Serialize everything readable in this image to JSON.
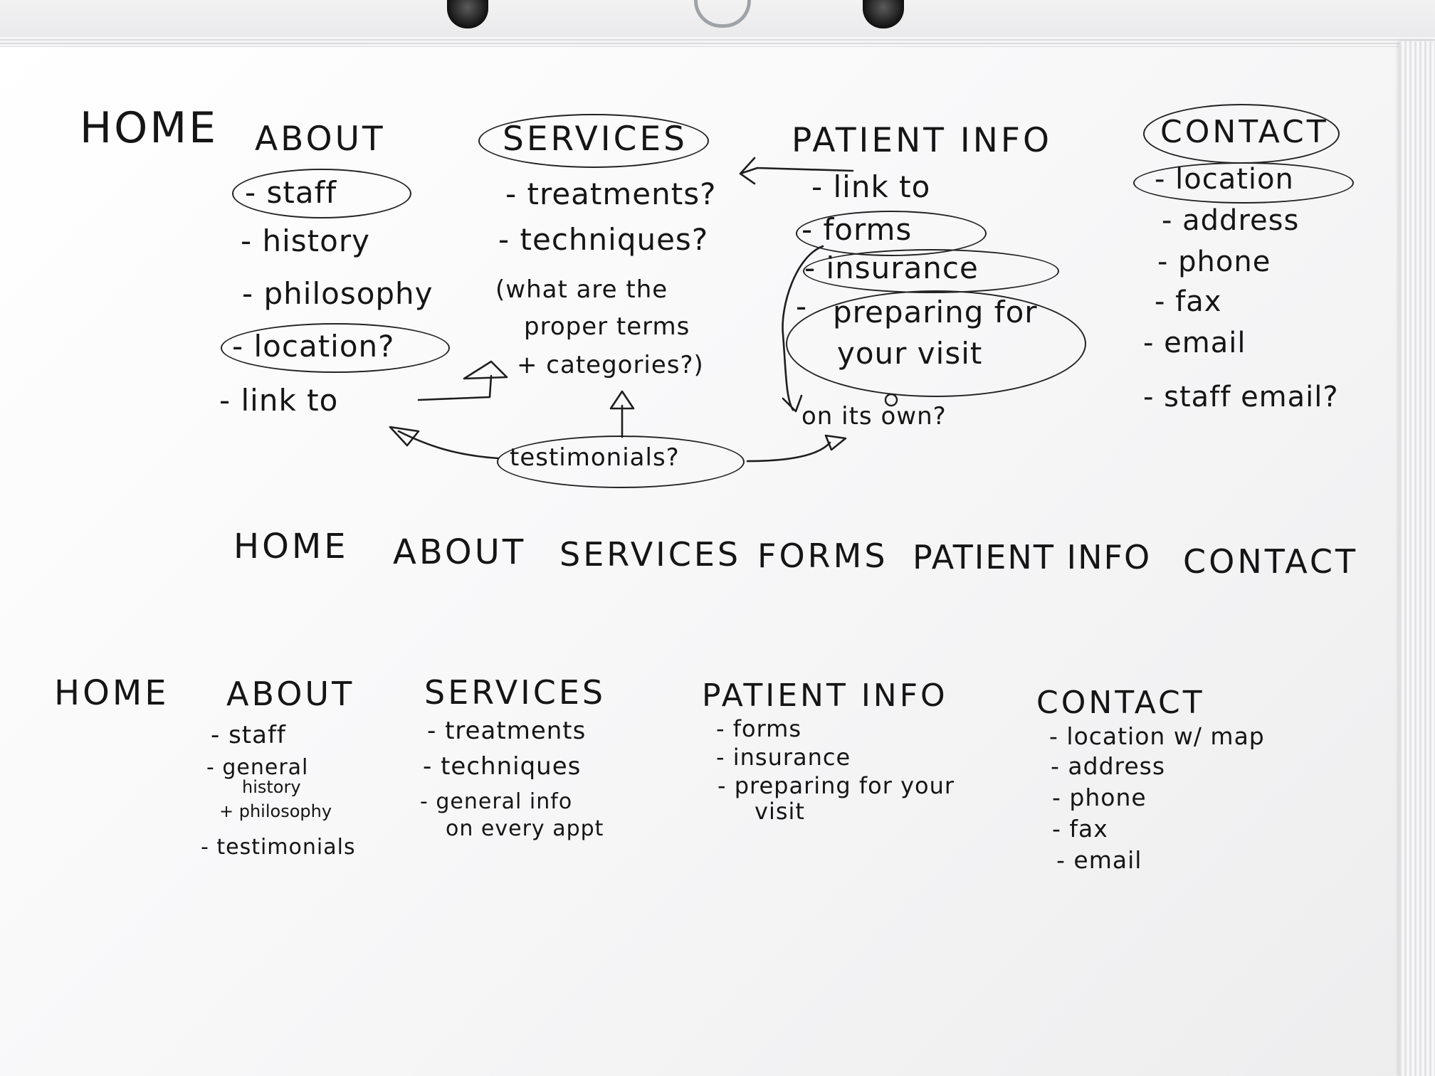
{
  "sketch1": {
    "home": "HOME",
    "about": {
      "heading": "ABOUT",
      "items": [
        "- staff",
        "- history",
        "- philosophy",
        "- location?",
        "- link to"
      ]
    },
    "services": {
      "heading": "SERVICES",
      "items": [
        "- treatments?",
        "- techniques?"
      ],
      "note": [
        "(what are the",
        "proper terms",
        "+ categories?)"
      ],
      "testimonials": "testimonials?"
    },
    "patient_info": {
      "heading": "PATIENT INFO",
      "items": [
        "- link to",
        "- forms",
        "- insurance",
        "-"
      ],
      "preparing": [
        "preparing for",
        "your visit"
      ],
      "on_its_own": "on its own?"
    },
    "contact": {
      "heading": "CONTACT",
      "items": [
        "- location",
        "- address",
        "- phone",
        "- fax",
        "- email",
        "- staff email?"
      ]
    }
  },
  "sketch2": {
    "nav": [
      "HOME",
      "ABOUT",
      "SERVICES",
      "FORMS",
      "PATIENT INFO",
      "CONTACT"
    ]
  },
  "sketch3": {
    "home": "HOME",
    "about": {
      "heading": "ABOUT",
      "items": [
        "- staff",
        "- general",
        "history",
        "+ philosophy",
        "- testimonials"
      ]
    },
    "services": {
      "heading": "SERVICES",
      "items": [
        "- treatments",
        "- techniques",
        "- general info",
        "on every appt"
      ]
    },
    "patient_info": {
      "heading": "PATIENT INFO",
      "items": [
        "- forms",
        "- insurance",
        "- preparing for your",
        "visit"
      ]
    },
    "contact": {
      "heading": "CONTACT",
      "items": [
        "- location w/ map",
        "- address",
        "- phone",
        "- fax",
        "- email"
      ]
    }
  }
}
